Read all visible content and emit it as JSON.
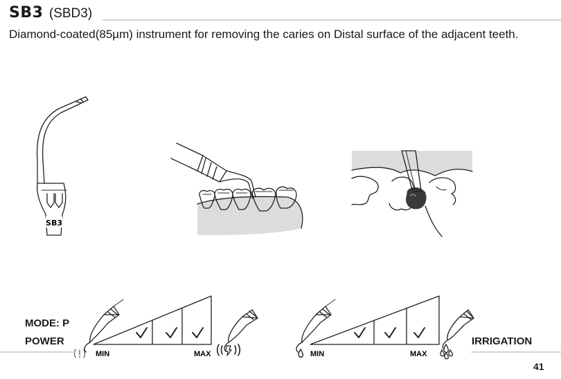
{
  "header": {
    "code": "SB3",
    "alt_code": "(SBD3)",
    "description": "Diamond-coated(85µm) instrument for removing the caries on Distal surface of the adjacent teeth."
  },
  "tip_label": "SB3",
  "settings": {
    "mode_label": "MODE: P",
    "power_label": "POWER",
    "irrigation_label": "IRRIGATION",
    "power_scale": {
      "min_label": "MIN",
      "max_label": "MAX",
      "checked_levels": 3,
      "total_levels": 3
    },
    "irrigation_scale": {
      "min_label": "MIN",
      "max_label": "MAX",
      "checked_levels": 3,
      "total_levels": 3
    }
  },
  "page_number": "41",
  "icons": [
    "scaler-tip-illustration",
    "handpiece-on-teeth-illustration",
    "distal-surface-detail-illustration",
    "vibration-min-icon",
    "vibration-max-icon",
    "water-drop-min-icon",
    "water-drops-max-icon",
    "checkmark-icon"
  ]
}
